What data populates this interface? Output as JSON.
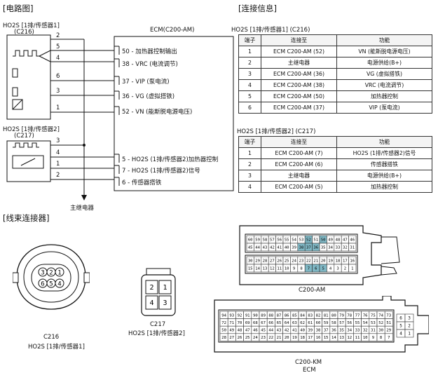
{
  "sections": {
    "circuit": "[电路图]",
    "connection": "[连接信息]",
    "harness": "[线束连接器]"
  },
  "circuit": {
    "s1_title": "HO2S [1排/传感器1]",
    "s1_code": "(C216)",
    "s1_pins": [
      "2",
      "5",
      "4",
      "6",
      "3",
      "1"
    ],
    "s2_title": "HO2S [1排/传感器2]",
    "s2_code": "(C217)",
    "s2_pins": [
      "3",
      "4",
      "1",
      "2"
    ],
    "ecm_title": "ECM(C200-AM)",
    "ecm_pins": [
      "50 - 加热器控制输出",
      "38 - VRC (电流调节)",
      "37 - VIP (泵电流)",
      "36 - VG (虚拟搭铁)",
      "52 - VN (能斯脱电源电压)",
      "5 - HO2S (1排/传感器2)加热器控制",
      "7 - HO2S (1排/传感器2)信号",
      "6 - 传感器搭铁"
    ],
    "main_relay": "主继电器"
  },
  "table1": {
    "title": "HO2S [1排/传感器1] (C216)",
    "headers": [
      "端子",
      "连接至",
      "功能"
    ],
    "rows": [
      [
        "1",
        "ECM C200-AM (52)",
        "VN (能斯脱电源电压)"
      ],
      [
        "2",
        "主继电器",
        "电源供给(B+)"
      ],
      [
        "3",
        "ECM C200-AM (36)",
        "VG (虚拟搭铁)"
      ],
      [
        "4",
        "ECM C200-AM (38)",
        "VRC (电流调节)"
      ],
      [
        "5",
        "ECM C200-AM (50)",
        "加热器控制"
      ],
      [
        "6",
        "ECM C200-AM (37)",
        "VIP (泵电流)"
      ]
    ]
  },
  "table2": {
    "title": "HO2S [1排/传感器2] (C217)",
    "headers": [
      "端子",
      "连接至",
      "功能"
    ],
    "rows": [
      [
        "1",
        "ECM C200-AM (7)",
        "HO2S (1排/传感器2)信号"
      ],
      [
        "2",
        "ECM C200-AM (6)",
        "传感器搭铁"
      ],
      [
        "3",
        "主继电器",
        "电源供给(B+)"
      ],
      [
        "4",
        "ECM C200-AM (5)",
        "加热器控制"
      ]
    ]
  },
  "harness": {
    "c216_code": "C216",
    "c216_name": "HO2S [1排/传感器1]",
    "c216_top": [
      "3",
      "2",
      "1"
    ],
    "c216_bottom": [
      "6",
      "5",
      "4"
    ],
    "c217_code": "C217",
    "c217_name": "HO2S [1排/传感器2]",
    "c217_top": [
      "2",
      "1"
    ],
    "c217_bottom": [
      "4",
      "3"
    ],
    "am_label": "C200-AM",
    "am_rows": [
      [
        "60",
        "59",
        "58",
        "57",
        "56",
        "55",
        "54",
        "53",
        "52",
        "51",
        "50",
        "49",
        "48",
        "47",
        "46"
      ],
      [
        "45",
        "44",
        "43",
        "42",
        "41",
        "40",
        "39",
        "38",
        "37",
        "36",
        "35",
        "34",
        "33",
        "32",
        "31"
      ],
      [
        "30",
        "29",
        "28",
        "27",
        "26",
        "25",
        "24",
        "23",
        "22",
        "21",
        "20",
        "19",
        "18",
        "17",
        "16"
      ],
      [
        "15",
        "14",
        "13",
        "12",
        "11",
        "10",
        "9",
        "8",
        "7",
        "6",
        "5",
        "4",
        "3",
        "2",
        "1"
      ]
    ],
    "km_label": "C200-KM",
    "km_sub": "ECM",
    "km_rows": [
      [
        "94",
        "93",
        "92",
        "91",
        "90",
        "89",
        "88",
        "87",
        "86",
        "85",
        "84",
        "83",
        "82",
        "81",
        "80",
        "79",
        "78",
        "77",
        "76",
        "75",
        "74",
        "73"
      ],
      [
        "72",
        "71",
        "70",
        "69",
        "68",
        "67",
        "66",
        "65",
        "64",
        "63",
        "62",
        "61",
        "60",
        "59",
        "58",
        "57",
        "56",
        "55",
        "54",
        "53",
        "52",
        "51"
      ],
      [
        "50",
        "49",
        "48",
        "47",
        "46",
        "45",
        "44",
        "43",
        "42",
        "41",
        "40",
        "39",
        "38",
        "37",
        "36",
        "35",
        "34",
        "33",
        "32",
        "31",
        "30",
        "29"
      ],
      [
        "28",
        "27",
        "26",
        "25",
        "24",
        "23",
        "22",
        "21",
        "20",
        "19",
        "18",
        "17",
        "16",
        "15",
        "14",
        "13",
        "12",
        "11",
        "10",
        "9",
        "8",
        "7"
      ]
    ],
    "km_side": [
      [
        "6",
        "3"
      ],
      [
        "5",
        "2"
      ],
      [
        "4",
        "1"
      ]
    ]
  },
  "colors": {
    "highlight": "#7fb7c4",
    "line": "#111111"
  }
}
